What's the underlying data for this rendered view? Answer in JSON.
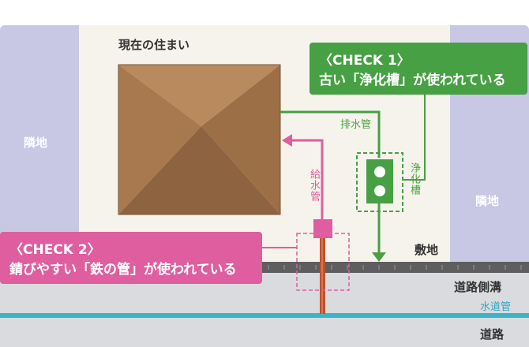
{
  "labels": {
    "current_home": "現在の住まい",
    "neighbor_left": "隣地",
    "neighbor_right": "隣地",
    "drain_pipe": "排水管",
    "septic_tank": "浄化槽",
    "supply_pipe": "給水管",
    "premises": "敷地",
    "side_ditch": "道路側溝",
    "water_main": "水道管",
    "road": "道路"
  },
  "callouts": {
    "check1": {
      "title": "〈CHECK 1〉",
      "body": "古い「浄化槽」が使われている"
    },
    "check2": {
      "title": "〈CHECK 2〉",
      "body": "錆びやすい「鉄の管」が使われている"
    }
  },
  "colors": {
    "drain_green": "#47a043",
    "supply_pink": "#de5e9f",
    "water_blue": "#3fb3c6",
    "roof_brown": "#a87a52",
    "neighbor_lavender": "#c8c7e4",
    "rust_pipe": "#c0502a"
  }
}
